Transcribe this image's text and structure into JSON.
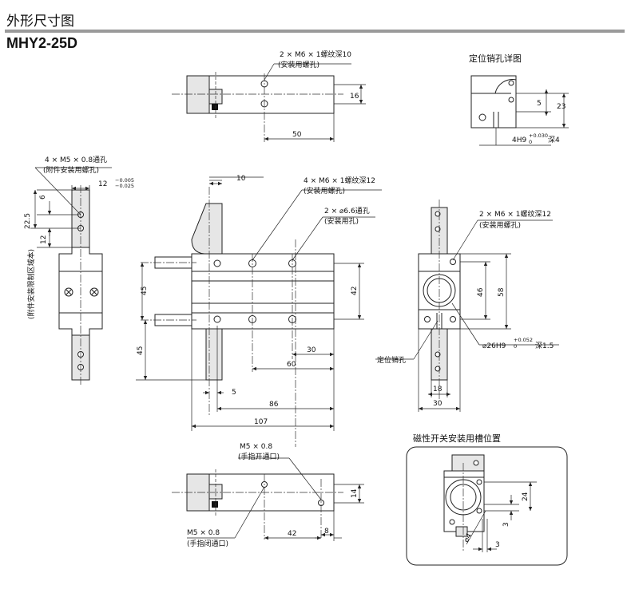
{
  "header": {
    "title": "外形尺寸图",
    "model": "MHY2-25D"
  },
  "top_view": {
    "thread_callout": "2 × M6 × 1螺纹深10",
    "thread_purpose": "(安装用螺孔)",
    "dim_height": "16",
    "dim_length": "50"
  },
  "pin_detail": {
    "title": "定位销孔详图",
    "dim_5": "5",
    "dim_23": "23",
    "hole_label": "4H9",
    "tol_upper": "+0.030",
    "tol_lower": "0",
    "depth": "深4"
  },
  "left_view": {
    "hole_callout": "4 × M5 × 0.8通孔",
    "hole_purpose": "(附件安装用螺孔)",
    "dim_12_top": "12",
    "tol_upper": "−0.005",
    "tol_lower": "−0.025",
    "dim_6": "6",
    "dim_22_5": "22.5",
    "dim_12_left": "12",
    "side_note": "(附件安装限制区域本)"
  },
  "front_view": {
    "dim_10": "10",
    "thread_callout": "4 × M6 × 1螺纹深12",
    "thread_purpose": "(安装用螺孔)",
    "hole_callout": "2 × ⌀6.6通孔",
    "hole_purpose": "(安装用孔)",
    "dim_45_top": "45",
    "dim_45_bottom": "45",
    "dim_42": "42",
    "dim_30": "30",
    "dim_60": "60",
    "dim_5": "5",
    "dim_86": "86",
    "dim_107": "107"
  },
  "side_view": {
    "thread_callout": "2 × M6 × 1螺纹深12",
    "thread_purpose": "(安装用螺孔)",
    "dim_46": "46",
    "dim_58": "58",
    "pin_label": "定位销孔",
    "bore_label": "⌀26H9",
    "bore_tol_upper": "+0.052",
    "bore_tol_lower": "0",
    "bore_depth": "深1.5",
    "dim_18": "18",
    "dim_30": "30"
  },
  "bottom_view": {
    "port_open_size": "M5 × 0.8",
    "port_open_label": "(手指开通口)",
    "port_close_size": "M5 × 0.8",
    "port_close_label": "(手指闭通口)",
    "dim_14": "14",
    "dim_42": "42",
    "dim_8": "8"
  },
  "switch_detail": {
    "title": "磁性开关安装用槽位置",
    "dim_24": "24",
    "dim_3_v": "3",
    "dim_4": "⌀4",
    "dim_3_h": "3"
  }
}
